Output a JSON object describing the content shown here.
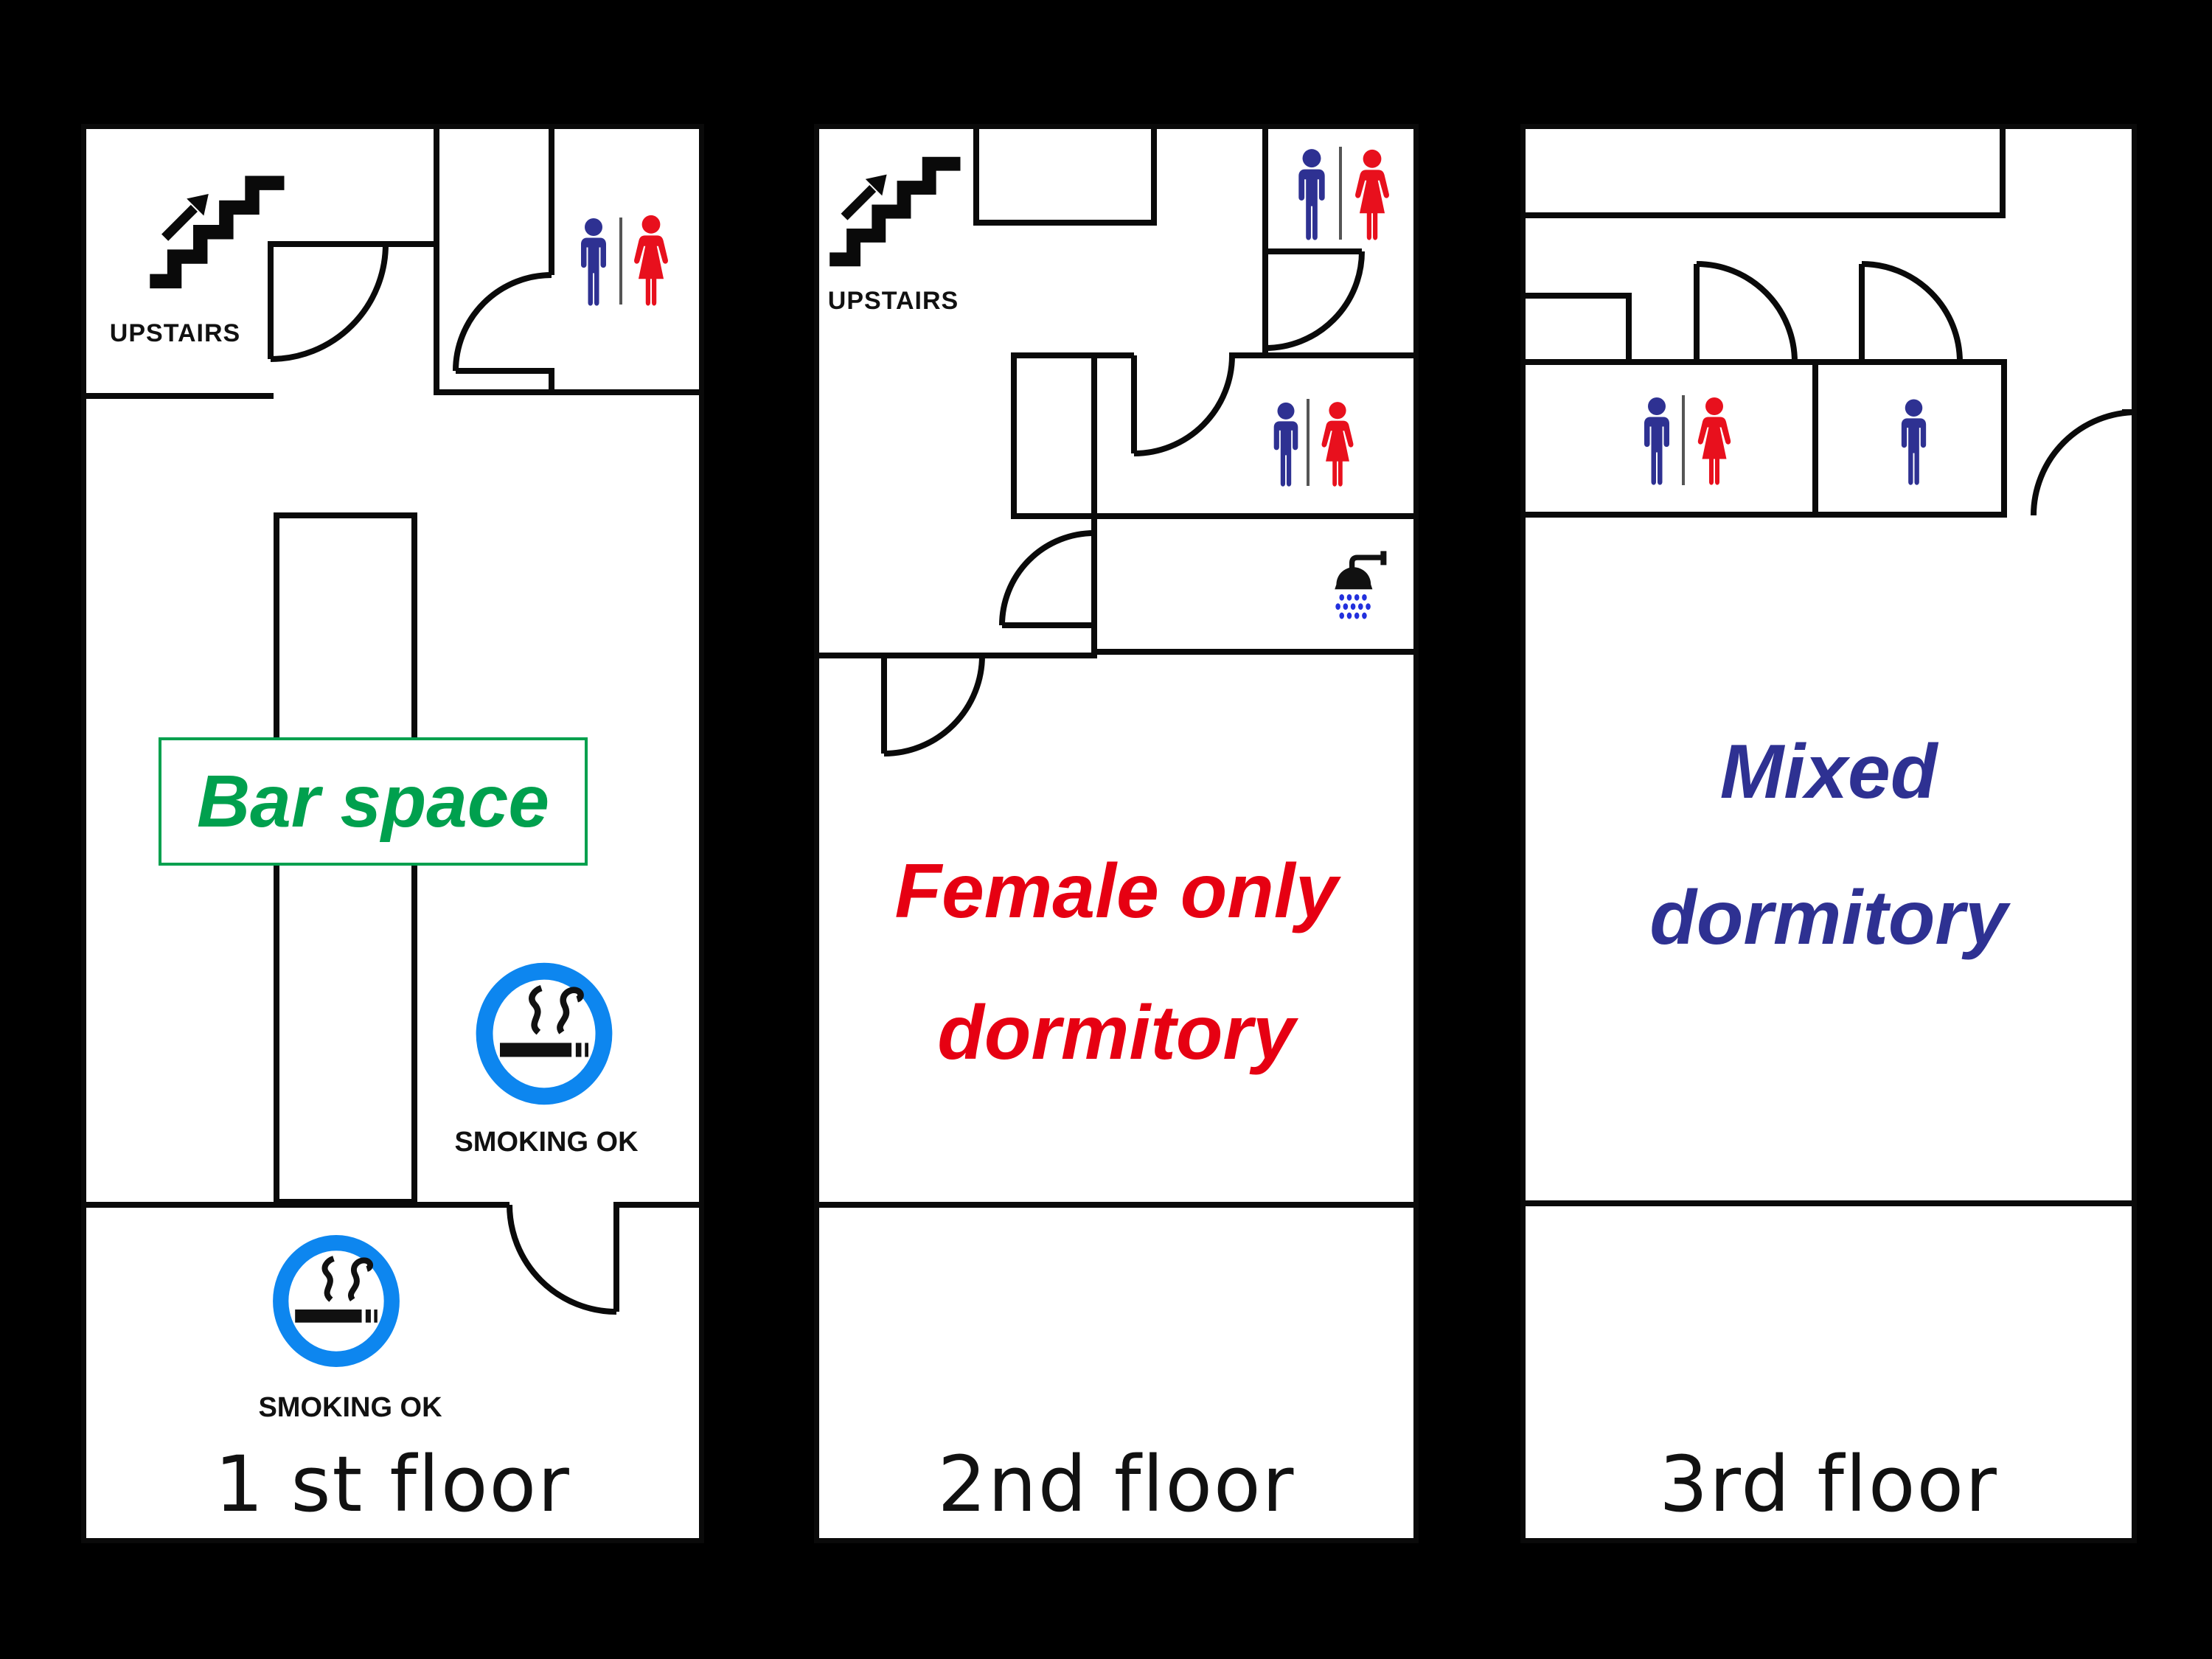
{
  "colors": {
    "background": "#000000",
    "panel": "#ffffff",
    "wall": "#0a0a0a",
    "ink": "#111111",
    "male_blue": "#2e3192",
    "female_red": "#e8101d",
    "divider_gray": "#555555",
    "smoking_ring_blue": "#0d86ef",
    "shower_drop_blue": "#2230dd",
    "bar_green": "#00a04e",
    "dorm_red": "#e60012",
    "dorm_navy": "#2e3192"
  },
  "panel1": {
    "floor_label": "1 st floor",
    "upstairs_label": "UPSTAIRS",
    "bar_label": "Bar space",
    "smoking_label_upper": "SMOKING OK",
    "smoking_label_lower": "SMOKING OK"
  },
  "panel2": {
    "floor_label": "2nd floor",
    "upstairs_label": "UPSTAIRS",
    "dorm_label_line1": "Female only",
    "dorm_label_line2": "dormitory"
  },
  "panel3": {
    "floor_label": "3rd floor",
    "dorm_label_line1": "Mixed",
    "dorm_label_line2": "dormitory"
  },
  "icons": {
    "stairs": "stairs-up-arrow-icon",
    "male": "male-figure-icon",
    "female": "female-figure-icon",
    "smoking": "smoking-allowed-icon",
    "shower": "shower-icon"
  }
}
